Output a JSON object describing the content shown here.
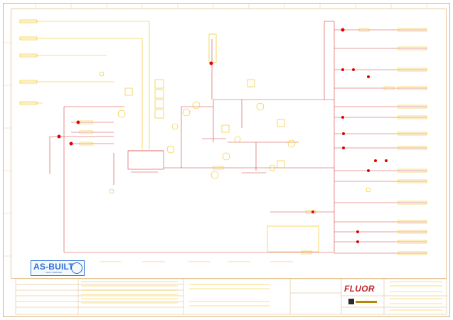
{
  "stamp": {
    "title": "AS-BUILT",
    "subtitle": "FIELD VERIFIED"
  },
  "company": {
    "logo_text": "FLUOR"
  },
  "colors": {
    "line": "#f0c000",
    "pipe": "#d24040",
    "valve": "#e00000",
    "border": "#d9b27a",
    "stamp": "#2c6fd1"
  },
  "icons": {
    "stamp_seal": "seal-icon",
    "company_logo": "fluor-logo-icon",
    "client_logo": "client-logo-icon"
  }
}
